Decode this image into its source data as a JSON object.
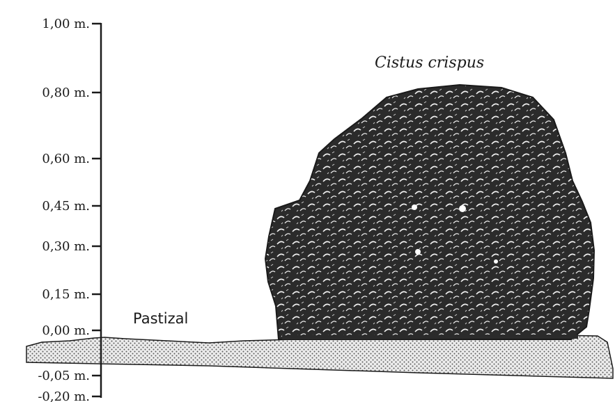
{
  "scale": {
    "unit": "m",
    "ticks": [
      {
        "label": "1,00 m.",
        "value": 1.0
      },
      {
        "label": "0,80 m.",
        "value": 0.8
      },
      {
        "label": "0,60 m.",
        "value": 0.6
      },
      {
        "label": "0,45 m.",
        "value": 0.45
      },
      {
        "label": "0,30 m.",
        "value": 0.3
      },
      {
        "label": "0,15 m.",
        "value": 0.15
      },
      {
        "label": "0,00 m.",
        "value": 0.0
      },
      {
        "label": "-0,05 m.",
        "value": -0.05
      },
      {
        "label": "-0,20 m.",
        "value": -0.2
      }
    ]
  },
  "labels": {
    "species": "Cistus crispus",
    "ground": "Pastizal"
  },
  "colors": {
    "ink": "#1a1a1a",
    "foliage": "#2b2b2b",
    "ground_fill": "#d9d9d9",
    "background": "#ffffff"
  }
}
